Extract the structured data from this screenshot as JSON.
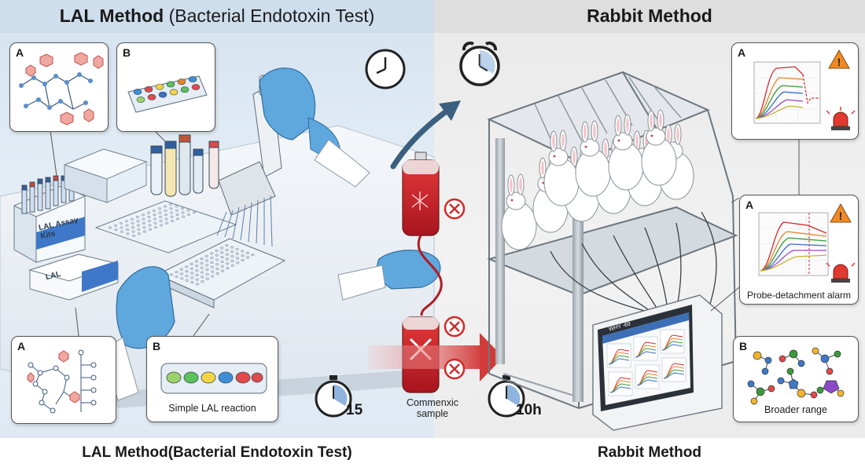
{
  "header": {
    "left_title_bold": "LAL Method",
    "left_title_rest": " (Bacterial Endotoxin Test)",
    "right_title": "Rabbit Method"
  },
  "captions": {
    "left": "LAL Method(Bacterial Endotoxin Test)",
    "right": "Rabbit Method"
  },
  "lal_callouts": {
    "top_a": {
      "letter": "A"
    },
    "top_b": {
      "letter": "B"
    },
    "bottom_a": {
      "letter": "A"
    },
    "bottom_b": {
      "letter": "B",
      "text": "Simple LAL reaction"
    }
  },
  "kit_box": {
    "label_line1": "LAL Assay",
    "label_line2": "Kits"
  },
  "small_box": {
    "label": "LAL"
  },
  "timers": {
    "lal": "15",
    "rabbit": "10h"
  },
  "bag": {
    "label_line1": "Commenxic",
    "label_line2": "sample"
  },
  "rabbit_callouts": {
    "top_a": {
      "letter": "A"
    },
    "mid_a": {
      "letter": "A",
      "text": "Probe-detachment alarm"
    },
    "bottom_b": {
      "letter": "B",
      "text": "Broader range"
    }
  },
  "monitor": {
    "header_text": "WHY -69"
  },
  "colors": {
    "glove": "#5fa8de",
    "blood": "#c8202a",
    "arrow_blue": "#3b5f7f",
    "arrow_red": "#d23a3a",
    "alarm": "#e03a2f",
    "warning": "#f08a24"
  },
  "icons": [
    "alarm-clock-icon",
    "timer-icon",
    "warning-triangle-icon",
    "alarm-beacon-icon",
    "cancel-circle-icon"
  ]
}
